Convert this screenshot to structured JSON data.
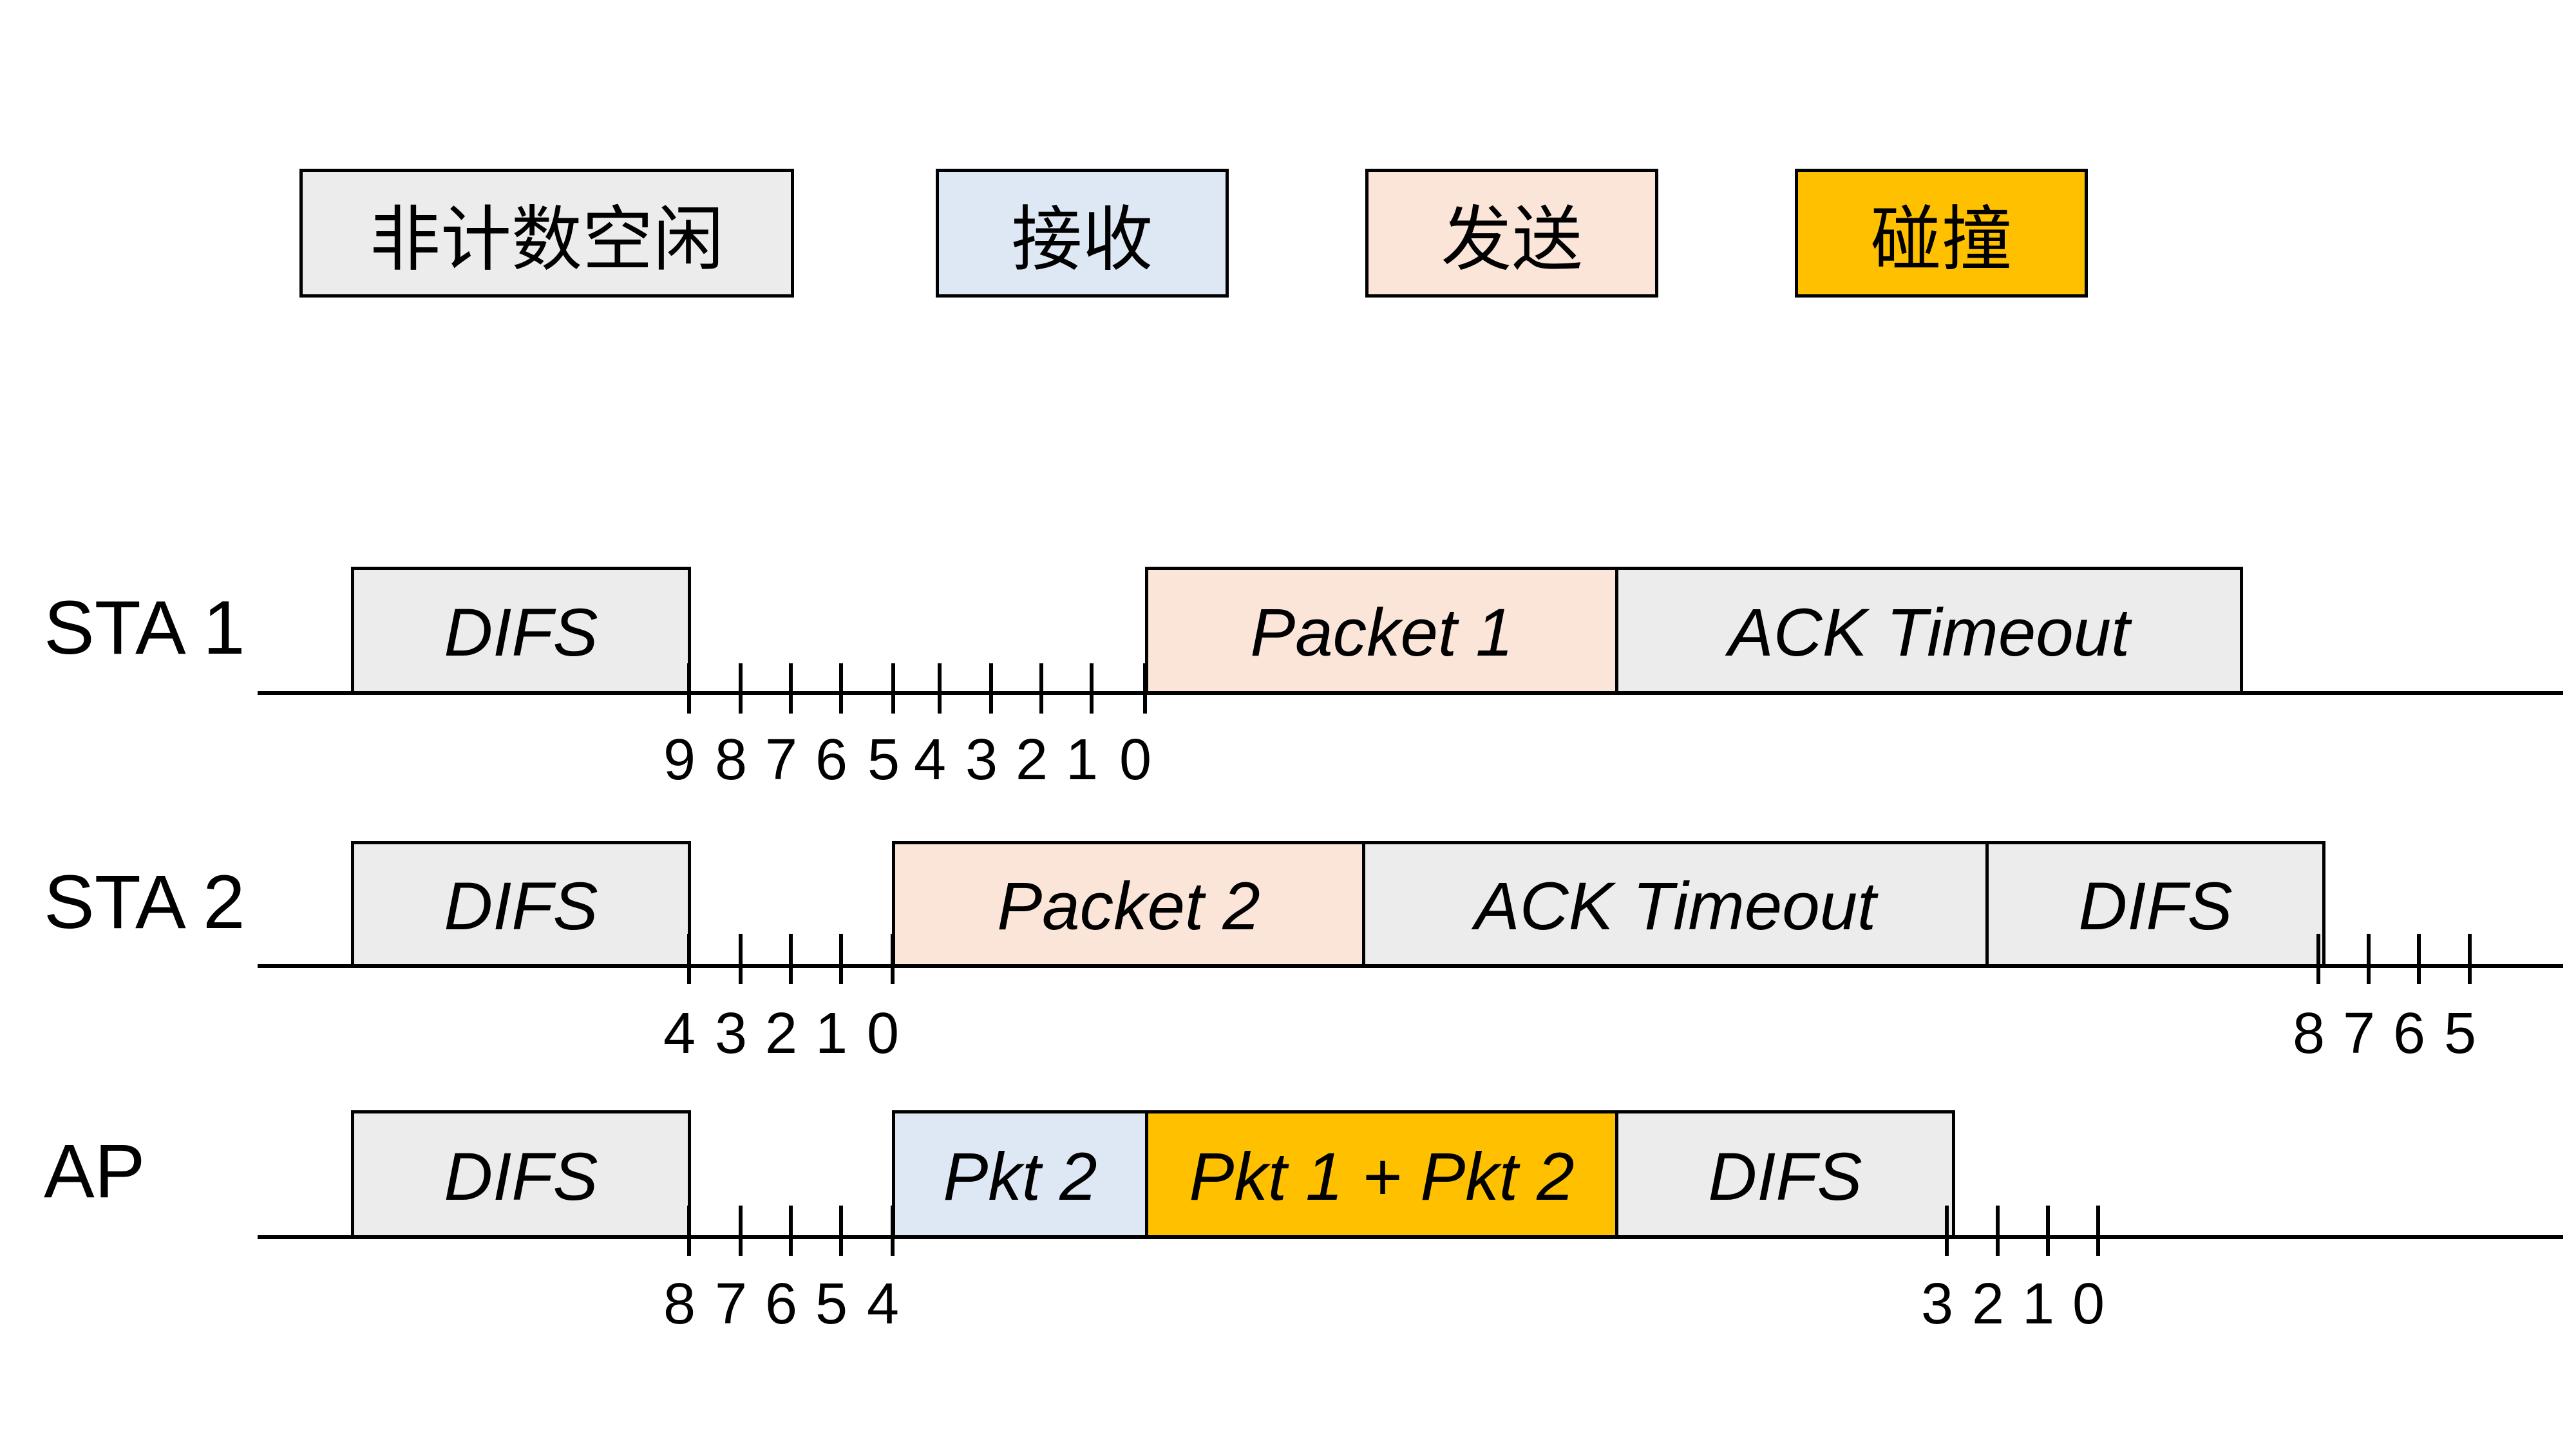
{
  "colors": {
    "idle": "#ececec",
    "receive": "#dde8f4",
    "send": "#fae5d8",
    "collision": "#ffc000"
  },
  "legend": [
    {
      "label": "非计数空闲",
      "state": "idle"
    },
    {
      "label": "接收",
      "state": "receive"
    },
    {
      "label": "发送",
      "state": "send"
    },
    {
      "label": "碰撞",
      "state": "collision"
    }
  ],
  "rows": [
    {
      "name": "STA 1",
      "blocks": [
        {
          "label": "DIFS",
          "state": "idle"
        },
        {
          "label": "Packet 1",
          "state": "send"
        },
        {
          "label": "ACK Timeout",
          "state": "idle"
        }
      ],
      "tick_labels": [
        "9",
        "8",
        "7",
        "6",
        "5",
        "4",
        "3",
        "2",
        "1",
        "0"
      ]
    },
    {
      "name": "STA 2",
      "blocks": [
        {
          "label": "DIFS",
          "state": "idle"
        },
        {
          "label": "Packet 2",
          "state": "send"
        },
        {
          "label": "ACK Timeout",
          "state": "idle"
        },
        {
          "label": "DIFS",
          "state": "idle"
        }
      ],
      "tick_labels": [
        "4",
        "3",
        "2",
        "1",
        "0",
        "8",
        "7",
        "6",
        "5"
      ]
    },
    {
      "name": "AP",
      "blocks": [
        {
          "label": "DIFS",
          "state": "idle"
        },
        {
          "label": "Pkt 2",
          "state": "receive"
        },
        {
          "label": "Pkt 1 + Pkt 2",
          "state": "collision"
        },
        {
          "label": "DIFS",
          "state": "idle"
        }
      ],
      "tick_labels": [
        "8",
        "7",
        "6",
        "5",
        "4",
        "3",
        "2",
        "1",
        "0"
      ]
    }
  ]
}
